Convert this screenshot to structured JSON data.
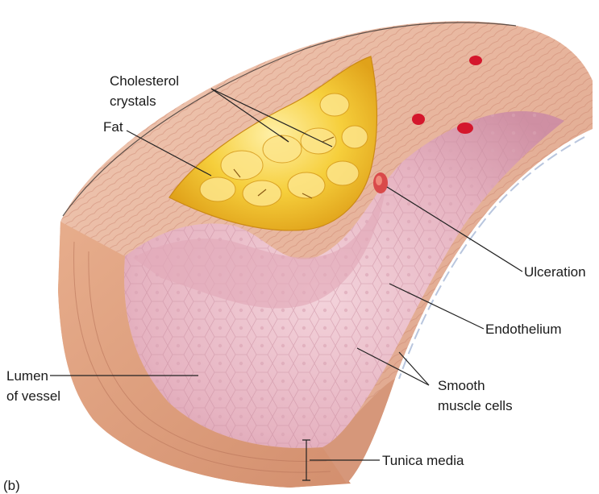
{
  "figure": {
    "panel_label": "(b)",
    "labels": {
      "cholesterol_line1": "Cholesterol",
      "cholesterol_line2": "crystals",
      "fat": "Fat",
      "ulceration": "Ulceration",
      "endothelium": "Endothelium",
      "lumen_line1": "Lumen",
      "lumen_line2": "of vessel",
      "smooth_line1": "Smooth",
      "smooth_line2": "muscle cells",
      "tunica": "Tunica media"
    },
    "colors": {
      "wall_outer": "#e8b9a3",
      "wall_stripe": "#d99a86",
      "lumen_surface": "#e7b8c4",
      "fat_plaque": "#f1c232",
      "fat_highlight": "#fde58a",
      "blood_cell": "#d4172c"
    }
  }
}
